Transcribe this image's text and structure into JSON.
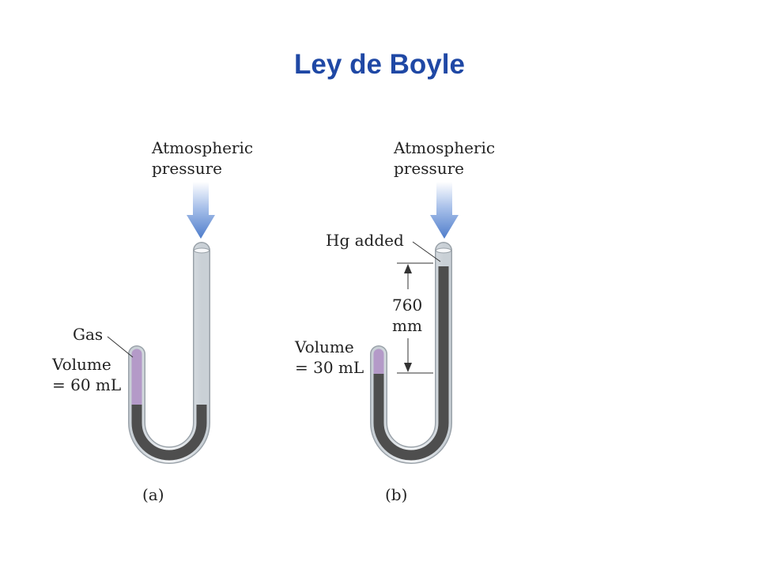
{
  "title": "Ley de Boyle",
  "colors": {
    "title": "#1f48a5",
    "mercury": "#4e4e4e",
    "gas": "#b49ac8",
    "tube_glass": "#e6eaee",
    "arrow": "#5b86cf"
  },
  "panel_a": {
    "atm_line1": "Atmospheric",
    "atm_line2": "pressure",
    "gas_label": "Gas",
    "volume_line1": "Volume",
    "volume_line2": "= 60 mL",
    "caption": "(a)"
  },
  "panel_b": {
    "atm_line1": "Atmospheric",
    "atm_line2": "pressure",
    "hg_label": "Hg added",
    "height_line1": "760",
    "height_line2": "mm",
    "volume_line1": "Volume",
    "volume_line2": "= 30 mL",
    "caption": "(b)"
  }
}
